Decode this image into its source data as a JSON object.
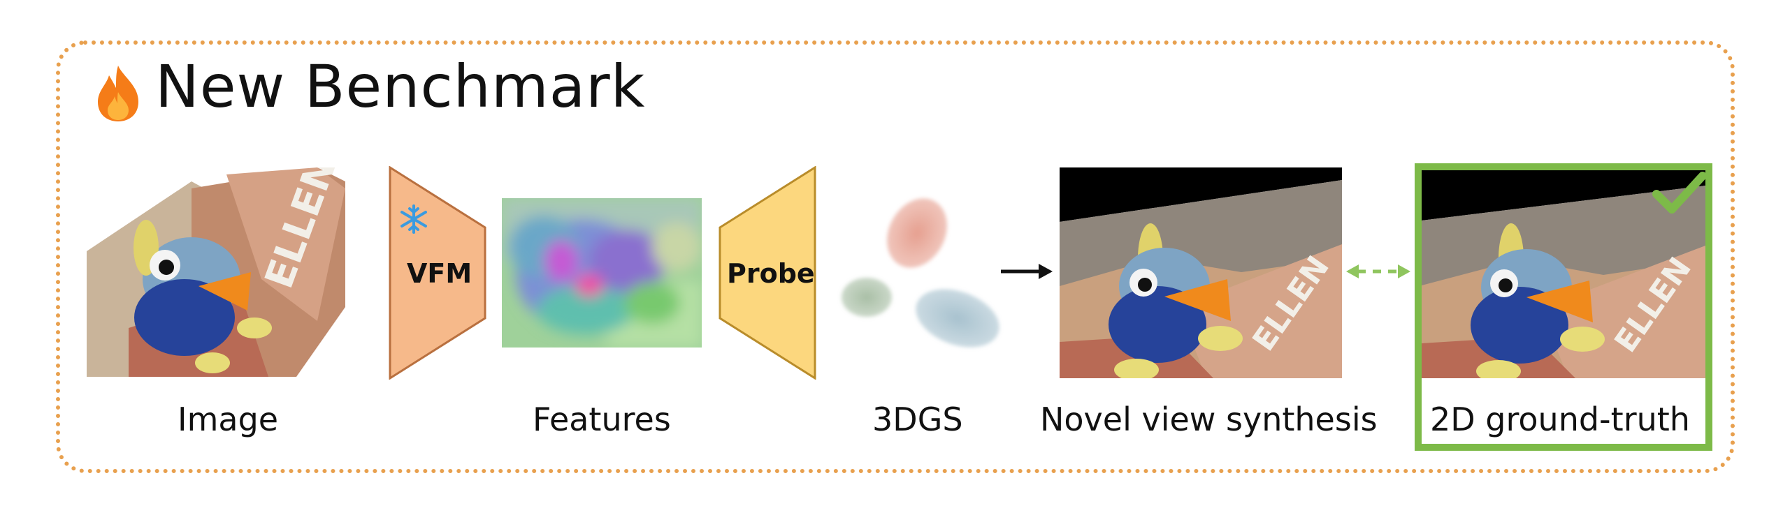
{
  "title": "New Benchmark",
  "captions": {
    "image": "Image",
    "features": "Features",
    "gaussians": "3DGS",
    "novel_view": "Novel view synthesis",
    "ground_truth": "2D ground-truth"
  },
  "modules": {
    "vfm": "VFM",
    "probe": "Probe"
  },
  "icons": {
    "title": "flame-icon",
    "frozen": "snowflake-icon",
    "match": "checkmark-icon"
  },
  "colors": {
    "frame_border": "#e8a04e",
    "vfm_fill": "#f6b98a",
    "probe_fill": "#fcd77e",
    "match_green": "#7dba48"
  }
}
